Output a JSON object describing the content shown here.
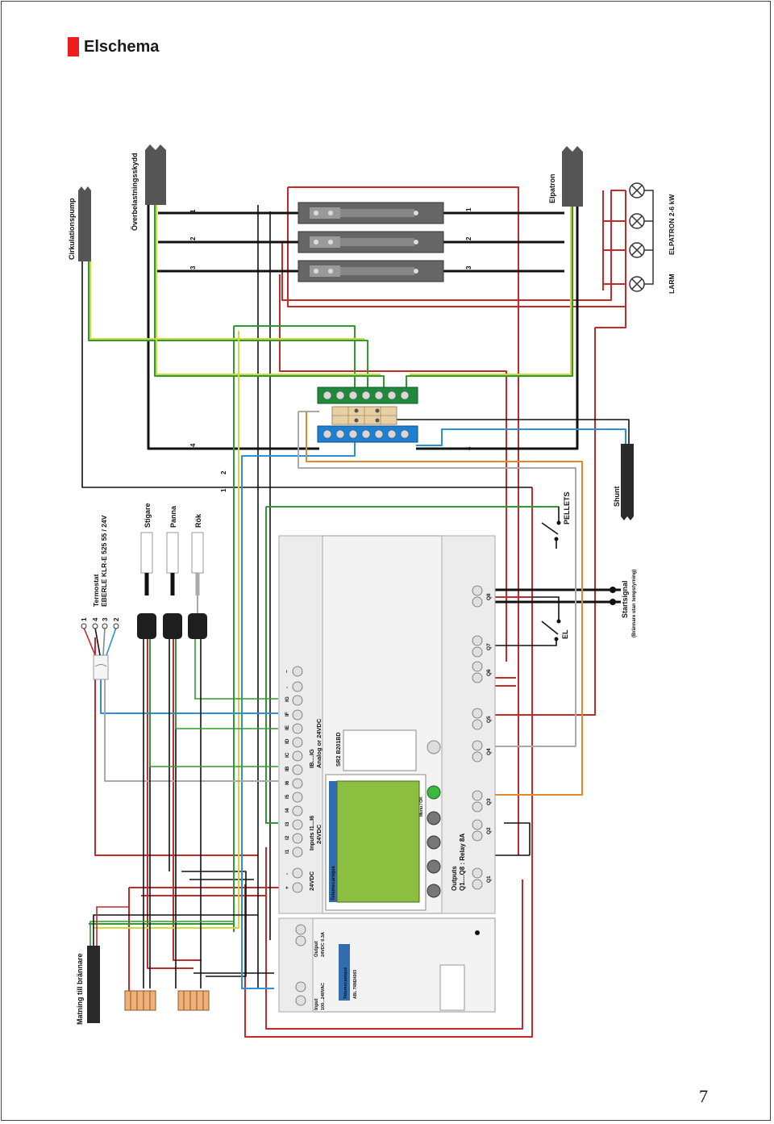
{
  "page": {
    "title": "Elschema",
    "page_number": "7"
  },
  "labels": {
    "cirkulationspump": "Cirkulationspump",
    "overbelastningsskydd": "Överbelastningsskydd",
    "elpatron": "Elpatron",
    "shunt": "Shunt",
    "elpatron_kw": "ELPATRON 2-6 kW",
    "larm": "LARM",
    "pellets": "PELLETS",
    "el": "EL",
    "startsignal": "Startsignal",
    "startsignal_sub": "(Brännare utan tempstyrning)",
    "termostat": "Termostat",
    "termostat_model": "EBERLE KLR-E 525 55 / 24V",
    "stigare": "Stigare",
    "panna": "Panna",
    "rok": "Rök",
    "matning": "Matning till brännare",
    "wire_1": "1",
    "wire_2": "2",
    "wire_3": "3",
    "wire_4": "4",
    "inputs_24vdc": "24VDC",
    "inputs_i1_i6": "Inputs I1...I6",
    "inputs_i1_i6_sub": "24VDC",
    "inputs_ib_ig": "IB....IG",
    "inputs_ib_ig_sub": "Analog or 24VDC",
    "outputs": "Outputs",
    "outputs_sub": "Q1....Q8 : Relay 8A",
    "plc_model": "SR2 B201BD",
    "brand": "Telemecanique",
    "menu_ok": "Menu / OK",
    "psu_input": "Input",
    "psu_input_sub": "100...240VAC",
    "psu_output": "Output",
    "psu_output_sub": "24VDC 0.3A",
    "psu_model": "ABL 7RM24003",
    "input_terminals": [
      "+",
      "-",
      "I1",
      "I2",
      "I3",
      "I4",
      "I5",
      "I6",
      "IB",
      "IC",
      "ID",
      "IE",
      "IF",
      "IG",
      "-",
      "~"
    ],
    "output_terminals": [
      "Q1",
      "Q2",
      "Q3",
      "Q4",
      "Q5",
      "Q6",
      "Q7",
      "Q8"
    ]
  },
  "colors": {
    "accent": "#ee1c1c",
    "black": "#111111",
    "red": "#c42a2a",
    "green": "#2f9a2f",
    "yellow": "#cfd93a",
    "blue": "#2e8fd6",
    "gray": "#a9a9a9",
    "orange": "#e08a2a",
    "lcd": "#8cbf3f",
    "terminal_green": "#1f8a3a",
    "terminal_blue": "#1f7fd0"
  }
}
